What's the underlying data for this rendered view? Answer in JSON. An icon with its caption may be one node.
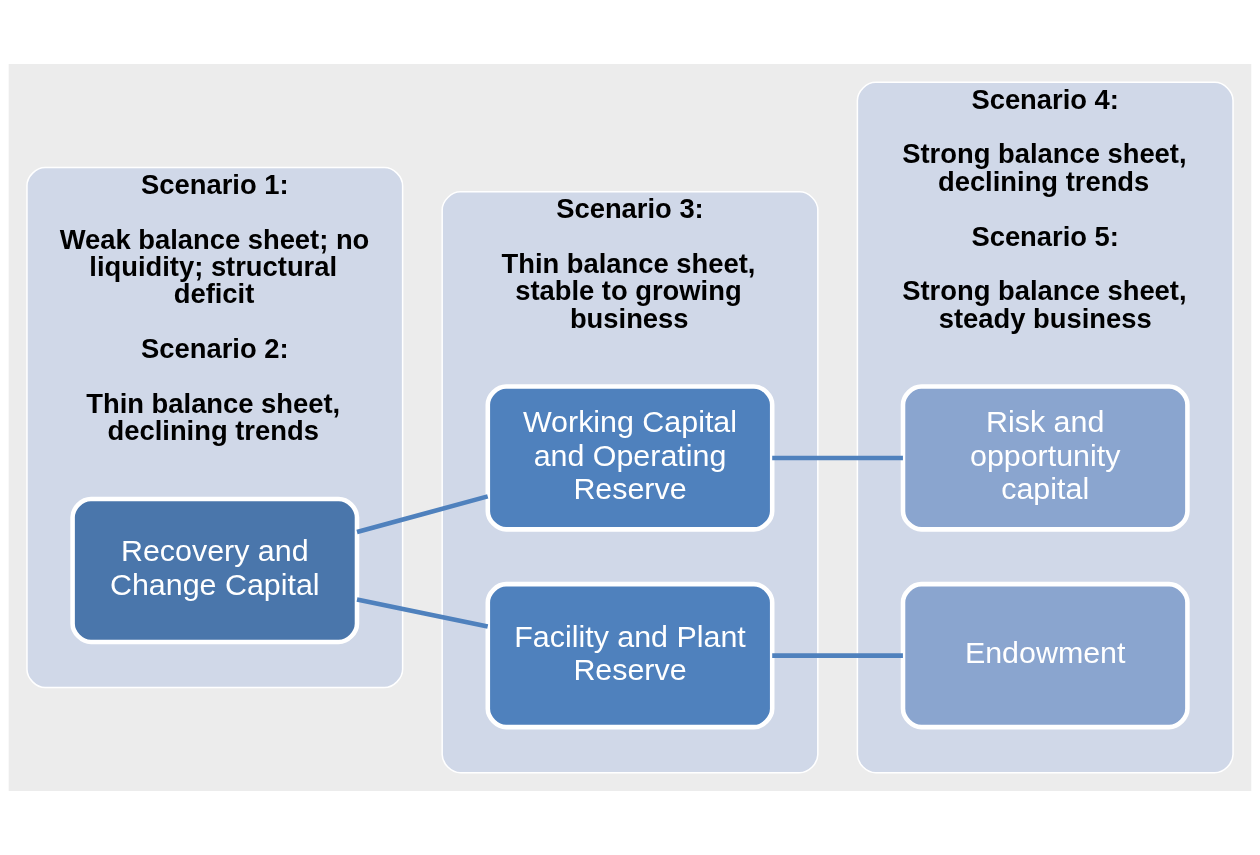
{
  "diagram": {
    "nodes": [
      {
        "text": [
          "Scenario 1:",
          "Weak balance sheet; no liquidity; structural deficit",
          "Scenario 2:",
          "Thin balance sheet, declining trends"
        ]
      },
      {
        "text": [
          "Recovery and Change Capital"
        ],
        "in": 0
      },
      {
        "text": [
          "Scenario 3:",
          "Thin balance sheet, stable to growing business"
        ]
      },
      {
        "text": [
          "Working Capital and Operating Reserve"
        ],
        "in": 2
      },
      {
        "text": [
          "Facility and Plant Reserve"
        ],
        "in": 2
      },
      {
        "text": [
          "Scenario 4:",
          "Strong balance sheet, declining trends",
          "Scenario 5:",
          "Strong balance sheet, steady business"
        ]
      },
      {
        "text": [
          "Risk and opportunity capital"
        ],
        "in": 5
      },
      {
        "text": [
          "Endowment"
        ],
        "in": 5
      }
    ],
    "edges": [
      {
        "from": 1,
        "to": 3,
        "arrow": "none"
      },
      {
        "from": 1,
        "to": 4,
        "arrow": "none"
      },
      {
        "from": 3,
        "to": 6,
        "arrow": "none"
      },
      {
        "from": 4,
        "to": 7,
        "arrow": "none"
      }
    ]
  }
}
